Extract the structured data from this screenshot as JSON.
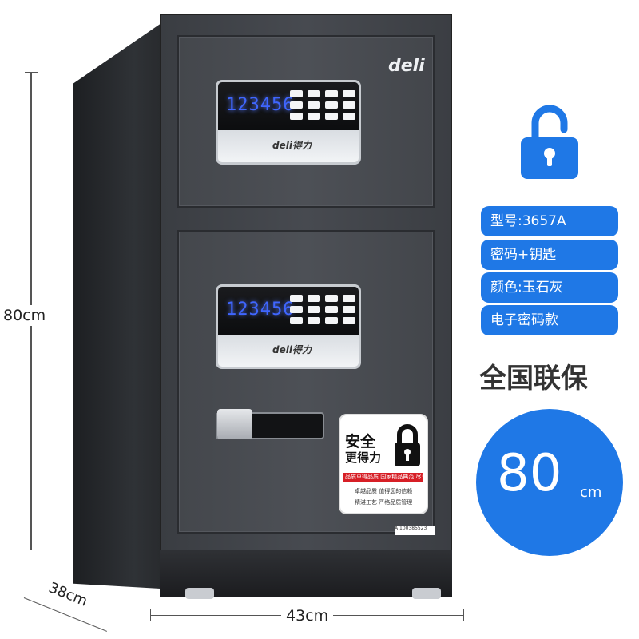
{
  "product": {
    "brand": "deli",
    "panel_brand": "deli得力",
    "display_digits": "123456",
    "serial": "A 100385523"
  },
  "dimensions": {
    "height": "80cm",
    "width": "43cm",
    "depth": "38cm"
  },
  "sticker": {
    "line1": "安全",
    "line2": "更得力",
    "red_band": "品质卓得品质  国家精品典范  尽享艺术之美",
    "line3": "卓越品质  值得您的信赖",
    "line4": "精湛工艺  严格品质管理"
  },
  "badges": [
    {
      "label": "型号:3657A"
    },
    {
      "label": "密码+钥匙"
    },
    {
      "label": "颜色:玉石灰"
    },
    {
      "label": "电子密码款"
    }
  ],
  "warranty": "全国联保",
  "size_circle": {
    "value": "80",
    "unit": "cm"
  },
  "colors": {
    "accent": "#1f78e6",
    "body": "#44474c",
    "display": "#3f66ff"
  },
  "icons": {
    "lock": "unlocked-padlock-icon"
  }
}
